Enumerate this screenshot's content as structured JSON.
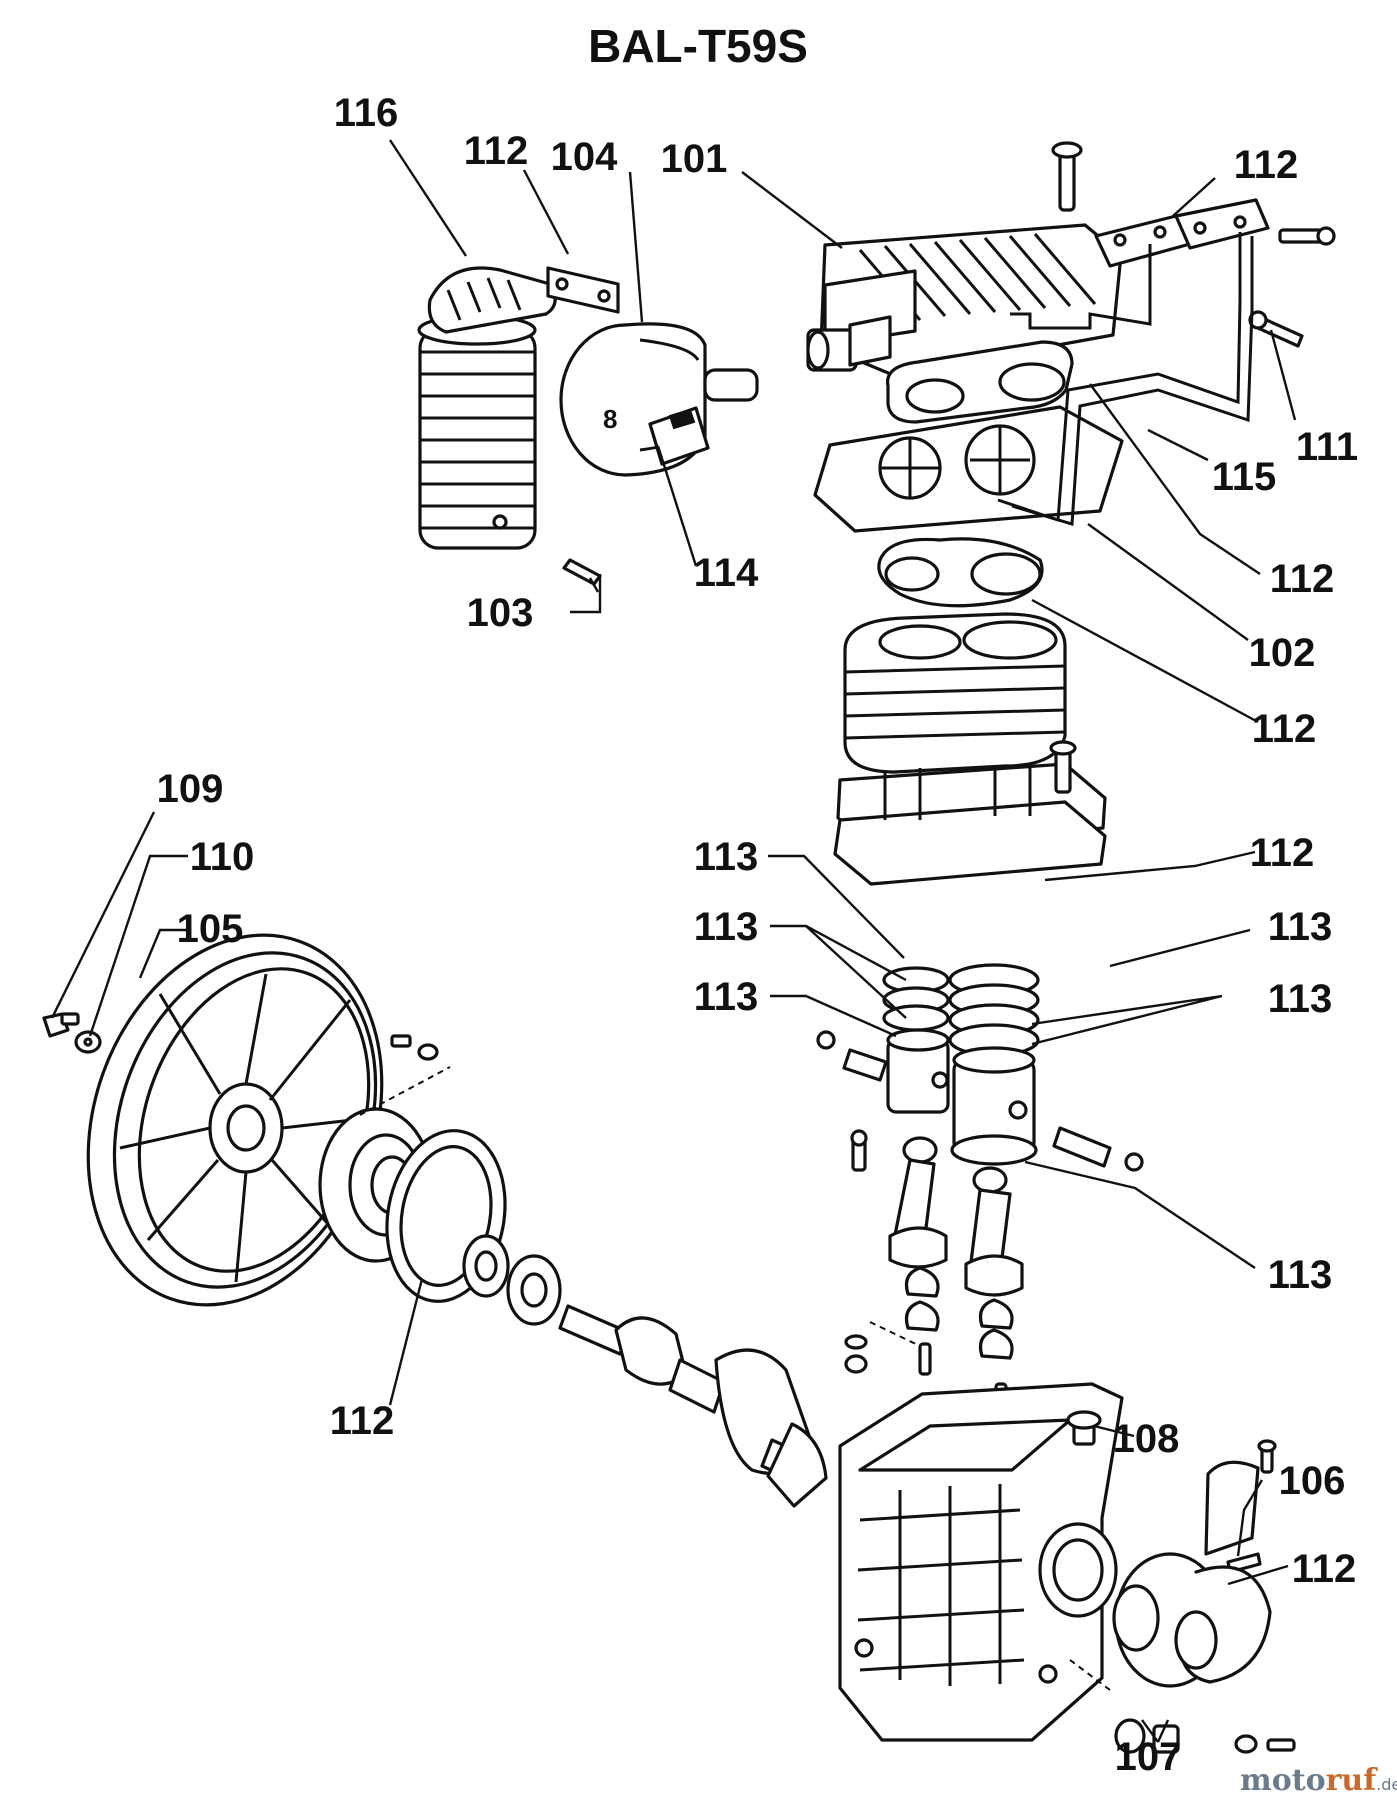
{
  "title": "BAL-T59S",
  "callouts": [
    "116",
    "112",
    "104",
    "101",
    "112",
    "111",
    "115",
    "112",
    "114",
    "103",
    "102",
    "112",
    "112",
    "109",
    "110",
    "105",
    "113",
    "113",
    "113",
    "113",
    "113",
    "113",
    "112",
    "108",
    "106",
    "112",
    "107"
  ],
  "watermark": {
    "brand_a": "moto",
    "brand_b": "ruf",
    "suffix": ".de"
  }
}
